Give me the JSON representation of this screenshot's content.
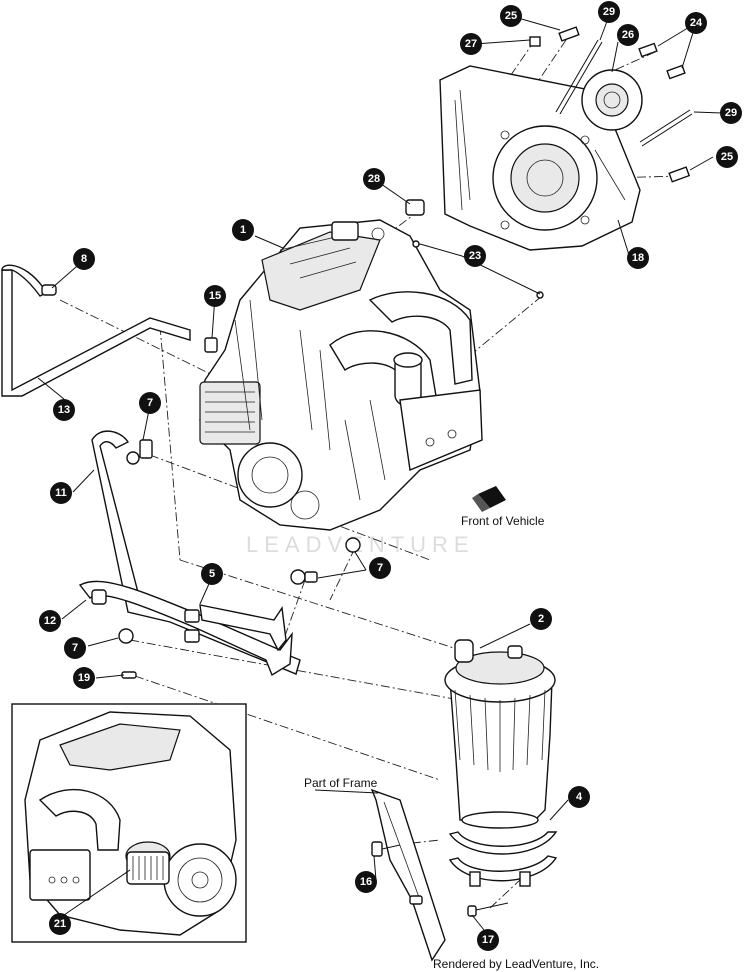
{
  "callouts": [
    "1",
    "2",
    "4",
    "5",
    "7",
    "7",
    "7",
    "8",
    "11",
    "12",
    "13",
    "15",
    "16",
    "17",
    "18",
    "19",
    "21",
    "23",
    "24",
    "25",
    "25",
    "26",
    "27",
    "28",
    "29",
    "29"
  ],
  "labels": {
    "front_of_vehicle": "Front of Vehicle",
    "part_of_frame": "Part of Frame",
    "rendered_by": "Rendered by LeadVenture, Inc.",
    "watermark": "LEADVENTURE"
  },
  "icons": [
    "direction-arrow-icon"
  ]
}
